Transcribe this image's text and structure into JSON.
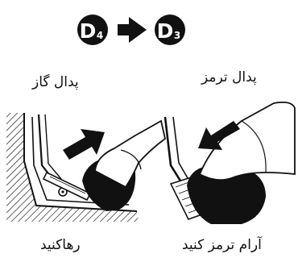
{
  "gear_shift": {
    "from": {
      "letter": "D",
      "number": "4"
    },
    "to": {
      "letter": "D",
      "number": "3"
    }
  },
  "left_panel": {
    "pedal_label": "پدال گاز",
    "action_label": "رهاکنید"
  },
  "right_panel": {
    "pedal_label": "پدال ترمز",
    "action_label": "آرام ترمز کنید"
  }
}
